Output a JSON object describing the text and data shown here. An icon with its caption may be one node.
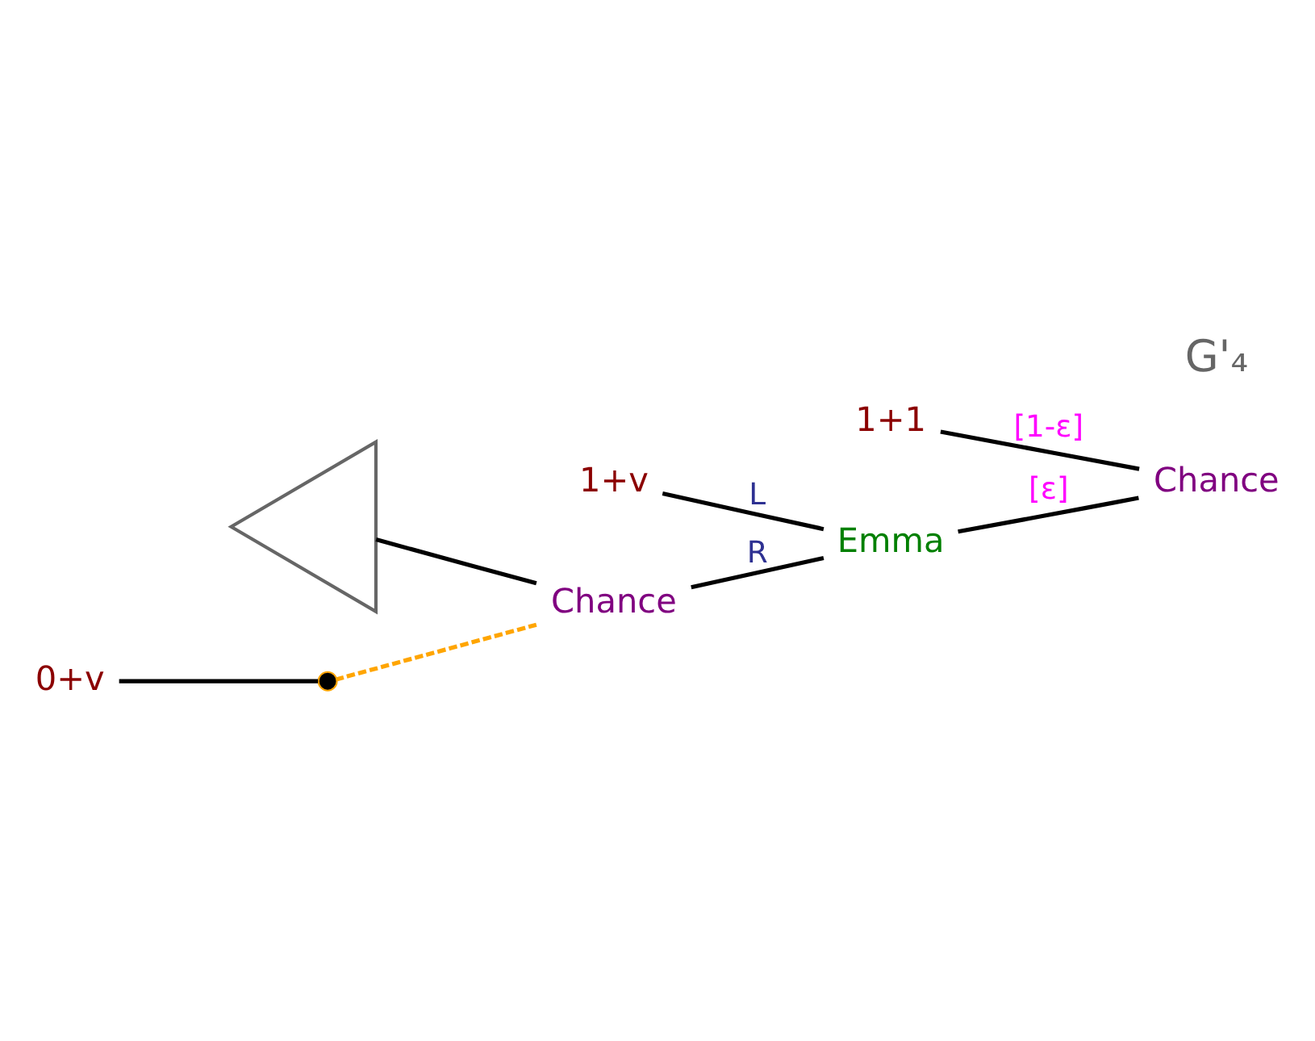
{
  "diagram": {
    "nodes": [
      {
        "text": [
          "Chance"
        ]
      },
      {
        "text": [
          "1+1"
        ]
      },
      {
        "text": [
          "Emma"
        ]
      },
      {
        "text": [
          "1+v"
        ]
      },
      {
        "text": [
          "Chance"
        ]
      },
      {
        "text": [],
        "shape": "triangle"
      },
      {
        "text": [],
        "shape": "circle"
      },
      {
        "text": [
          "0+v"
        ]
      }
    ],
    "edges": [
      {
        "from": 0,
        "to": 1,
        "arrow": "none",
        "label": "[1-ε]"
      },
      {
        "from": 0,
        "to": 2,
        "arrow": "none",
        "label": "[ε]"
      },
      {
        "from": 2,
        "to": 3,
        "arrow": "none",
        "label": "L"
      },
      {
        "from": 2,
        "to": 4,
        "arrow": "none",
        "label": "R"
      },
      {
        "from": 4,
        "to": 5,
        "arrow": "none"
      },
      {
        "from": 4,
        "to": 6,
        "arrow": "none",
        "style": "dashed",
        "color": "#ffa500"
      },
      {
        "from": 6,
        "to": 7,
        "arrow": "none"
      }
    ],
    "labels": [
      "G'₄"
    ]
  }
}
